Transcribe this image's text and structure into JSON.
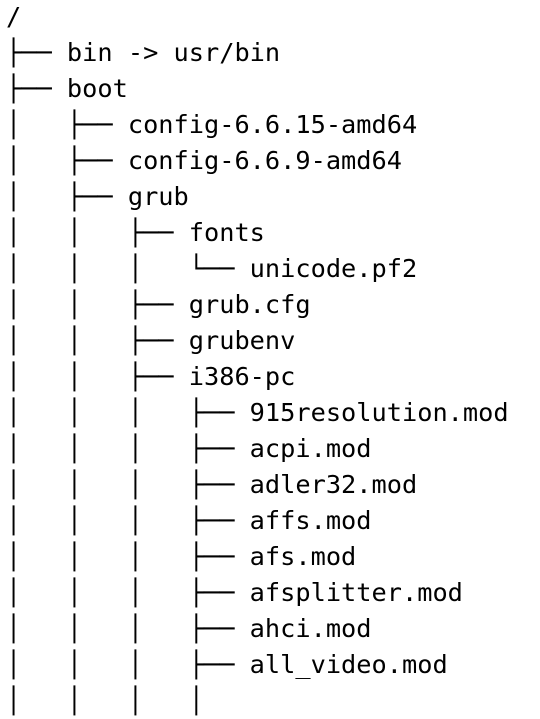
{
  "tree": {
    "lines": [
      "/",
      "├── bin -> usr/bin",
      "├── boot",
      "│   ├── config-6.6.15-amd64",
      "│   ├── config-6.6.9-amd64",
      "│   ├── grub",
      "│   │   ├── fonts",
      "│   │   │   └── unicode.pf2",
      "│   │   ├── grub.cfg",
      "│   │   ├── grubenv",
      "│   │   ├── i386-pc",
      "│   │   │   ├── 915resolution.mod",
      "│   │   │   ├── acpi.mod",
      "│   │   │   ├── adler32.mod",
      "│   │   │   ├── affs.mod",
      "│   │   │   ├── afs.mod",
      "│   │   │   ├── afsplitter.mod",
      "│   │   │   ├── ahci.mod",
      "│   │   │   ├── all_video.mod",
      "│   │   │   │"
    ]
  }
}
